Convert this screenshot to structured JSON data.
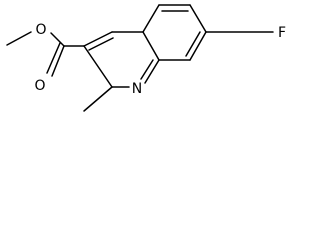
{
  "molecule": {
    "atoms": {
      "oxygen_ester": "O",
      "oxygen_carbonyl": "O",
      "nitrogen": "N",
      "fluorine": "F"
    }
  }
}
